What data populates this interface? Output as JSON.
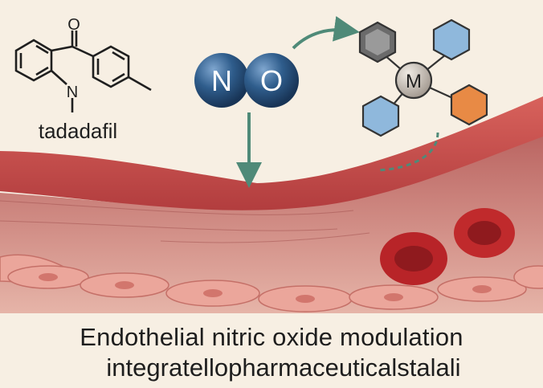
{
  "molecule": {
    "name_label": "tadadafil",
    "oxygen_label": "O",
    "nitrogen_label": "N"
  },
  "no_molecule": {
    "n_label": "N",
    "o_label": "O"
  },
  "metal_complex": {
    "center_label": "M"
  },
  "caption": {
    "line1": "Endothelial nitric oxide modulation",
    "line2": "integratellopharmaceuticalstalali"
  },
  "colors": {
    "background": "#f7efe3",
    "vessel": "#c9504e",
    "no_sphere": "#2f5d8c",
    "arrow": "#4f8a78",
    "hex_blue": "#8fb8dc",
    "hex_orange": "#e88a45",
    "hex_gray": "#6b6b6b"
  }
}
